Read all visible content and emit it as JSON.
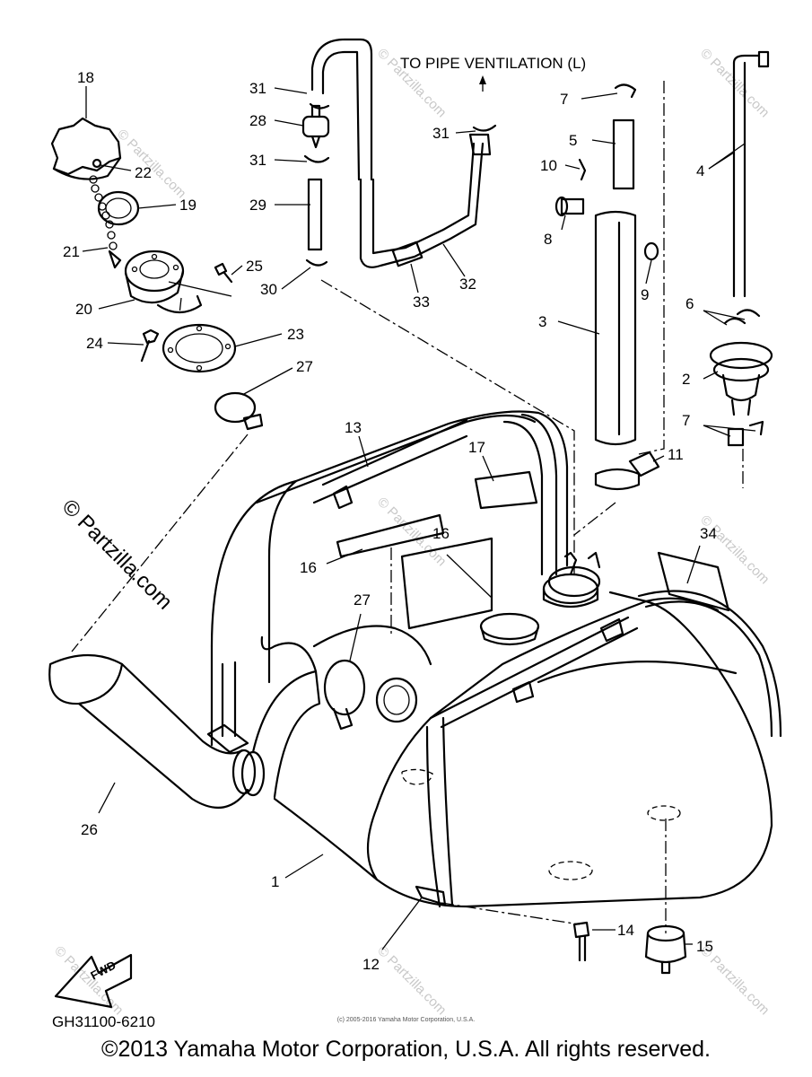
{
  "diagram": {
    "top_note": "TO PIPE VENTILATION (L)",
    "part_code": "GH31100-6210",
    "fwd_label": "FWD",
    "callouts": [
      "18",
      "22",
      "19",
      "21",
      "25",
      "20",
      "23",
      "24",
      "27",
      "31",
      "28",
      "31",
      "29",
      "30",
      "33",
      "32",
      "31",
      "7",
      "5",
      "10",
      "8",
      "3",
      "9",
      "4",
      "6",
      "2",
      "7",
      "11",
      "13",
      "17",
      "16",
      "16",
      "34",
      "27",
      "26",
      "1",
      "12",
      "14",
      "15"
    ],
    "watermark_main": "© Partzilla.com",
    "watermark_small": "© Partzilla.com"
  },
  "footer": {
    "copyright": "©2013 Yamaha Motor Corporation, U.S.A. All rights reserved.",
    "small_copyright": "(c) 2005-2016 Yamaha Motor Corporation, U.S.A."
  }
}
